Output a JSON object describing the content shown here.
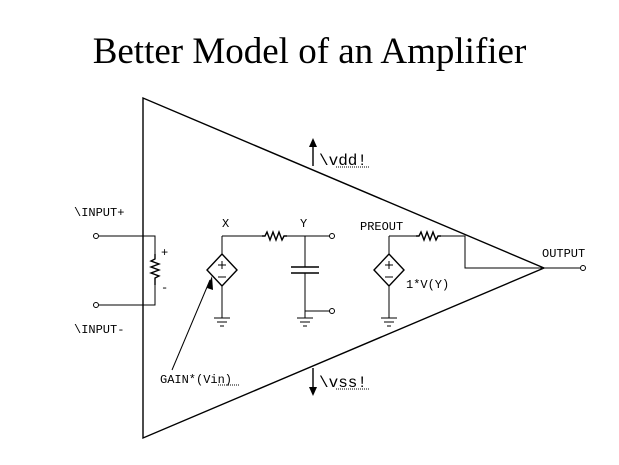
{
  "title": "Better Model of an Amplifier",
  "labels": {
    "input_plus": "\\INPUT+",
    "input_minus": "\\INPUT-",
    "node_x": "X",
    "node_y": "Y",
    "preout": "PREOUT",
    "output": "OUTPUT",
    "vdd": "\\vdd!",
    "vss": "\\vss!",
    "gain": "GAIN*(Vin)",
    "buffer": "1*V(Y)",
    "plus_sign": "+",
    "minus_sign": "-"
  },
  "icons": {
    "amplifier": "triangle-amplifier-icon",
    "resistor": "resistor-icon",
    "capacitor": "capacitor-icon",
    "dependent_source": "dependent-voltage-source-icon",
    "ground": "ground-icon",
    "arrow_up": "arrow-up-icon",
    "arrow_down": "arrow-down-icon",
    "terminal": "open-terminal-icon"
  }
}
